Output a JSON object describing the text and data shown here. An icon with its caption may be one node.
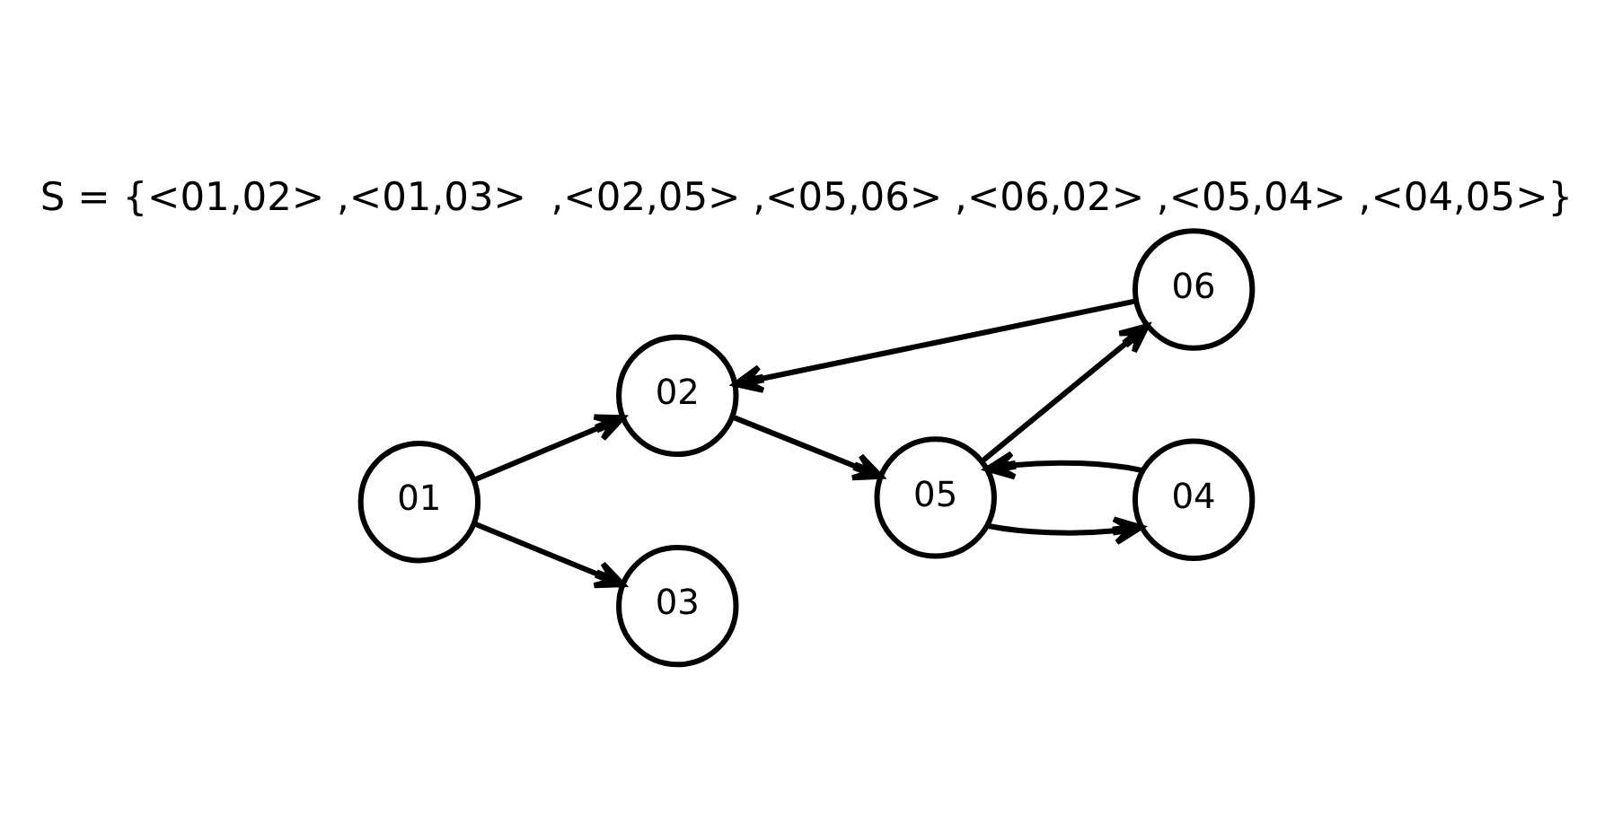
{
  "diagram": {
    "title": "S = {<01,02> ,<01,03>  ,<02,05> ,<05,06> ,<06,02> ,<05,04> ,<04,05>}",
    "nodes": [
      {
        "text": [
          "01"
        ]
      },
      {
        "text": [
          "02"
        ]
      },
      {
        "text": [
          "03"
        ]
      },
      {
        "text": [
          "05"
        ]
      },
      {
        "text": [
          "06"
        ]
      },
      {
        "text": [
          "04"
        ]
      }
    ],
    "edges": [
      {
        "from": 0,
        "to": 1,
        "arrow": "to"
      },
      {
        "from": 0,
        "to": 2,
        "arrow": "to"
      },
      {
        "from": 1,
        "to": 3,
        "arrow": "to"
      },
      {
        "from": 3,
        "to": 4,
        "arrow": "to"
      },
      {
        "from": 4,
        "to": 1,
        "arrow": "to"
      },
      {
        "from": 3,
        "to": 5,
        "arrow": "to"
      },
      {
        "from": 5,
        "to": 3,
        "arrow": "to"
      }
    ]
  }
}
